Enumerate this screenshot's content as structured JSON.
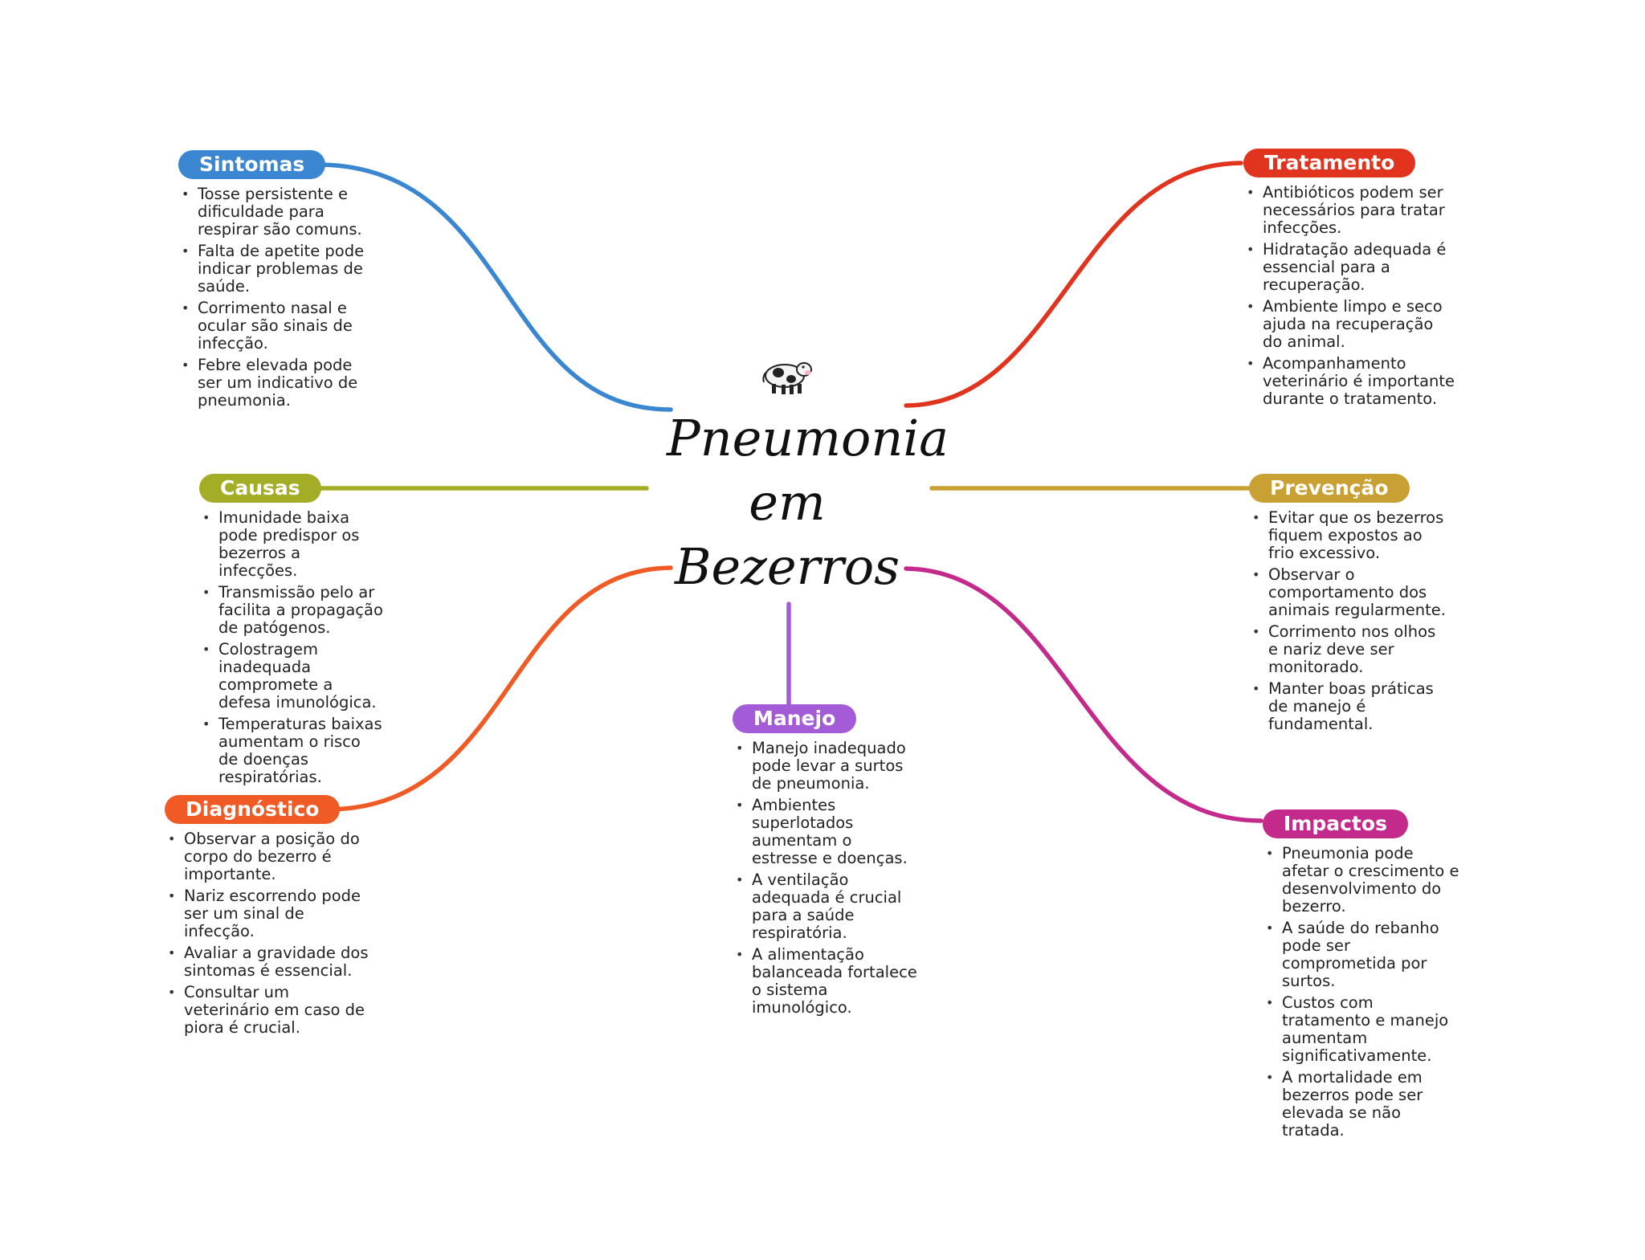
{
  "center": {
    "icon": "cow-icon",
    "title_lines": [
      "Pneumonia",
      "em",
      "Bezerros"
    ]
  },
  "branches": [
    {
      "key": "sintomas",
      "label": "Sintomas",
      "color": "#3b86d1",
      "items": [
        "Tosse persistente e dificuldade para respirar são comuns.",
        "Falta de apetite pode indicar problemas de saúde.",
        "Corrimento nasal e ocular são sinais de infecção.",
        "Febre elevada pode ser um indicativo de pneumonia."
      ]
    },
    {
      "key": "causas",
      "label": "Causas",
      "color": "#a4ad26",
      "items": [
        "Imunidade baixa pode predispor os bezerros a infecções.",
        "Transmissão pelo ar facilita a propagação de patógenos.",
        "Colostragem inadequada compromete a defesa imunológica.",
        "Temperaturas baixas aumentam o risco de doenças respiratórias."
      ]
    },
    {
      "key": "diagnostico",
      "label": "Diagnóstico",
      "color": "#f05a24",
      "items": [
        "Observar a posição do corpo do bezerro é importante.",
        "Nariz escorrendo pode ser um sinal de infecção.",
        "Avaliar a gravidade dos sintomas é essencial.",
        "Consultar um veterinário em caso de piora é crucial."
      ]
    },
    {
      "key": "manejo",
      "label": "Manejo",
      "color": "#a45bd8",
      "items": [
        "Manejo inadequado pode levar a surtos de pneumonia.",
        "Ambientes superlotados aumentam o estresse e doenças.",
        "A ventilação adequada é crucial para a saúde respiratória.",
        "A alimentação balanceada fortalece o sistema imunológico."
      ]
    },
    {
      "key": "tratamento",
      "label": "Tratamento",
      "color": "#e0341e",
      "items": [
        "Antibióticos podem ser necessários para tratar infecções.",
        "Hidratação adequada é essencial para a recuperação.",
        "Ambiente limpo e seco ajuda na recuperação do animal.",
        "Acompanhamento veterinário é importante durante o tratamento."
      ]
    },
    {
      "key": "prevencao",
      "label": "Prevenção",
      "color": "#c9a033",
      "items": [
        "Evitar que os bezerros fiquem expostos ao frio excessivo.",
        "Observar o comportamento dos animais regularmente.",
        "Corrimento nos olhos e nariz deve ser monitorado.",
        "Manter boas práticas de manejo é fundamental."
      ]
    },
    {
      "key": "impactos",
      "label": "Impactos",
      "color": "#c42a8c",
      "items": [
        "Pneumonia pode afetar o crescimento e desenvolvimento do bezerro.",
        "A saúde do rebanho pode ser comprometida por surtos.",
        "Custos com tratamento e manejo aumentam significativamente.",
        "A mortalidade em bezerros pode ser elevada se não tratada."
      ]
    }
  ]
}
